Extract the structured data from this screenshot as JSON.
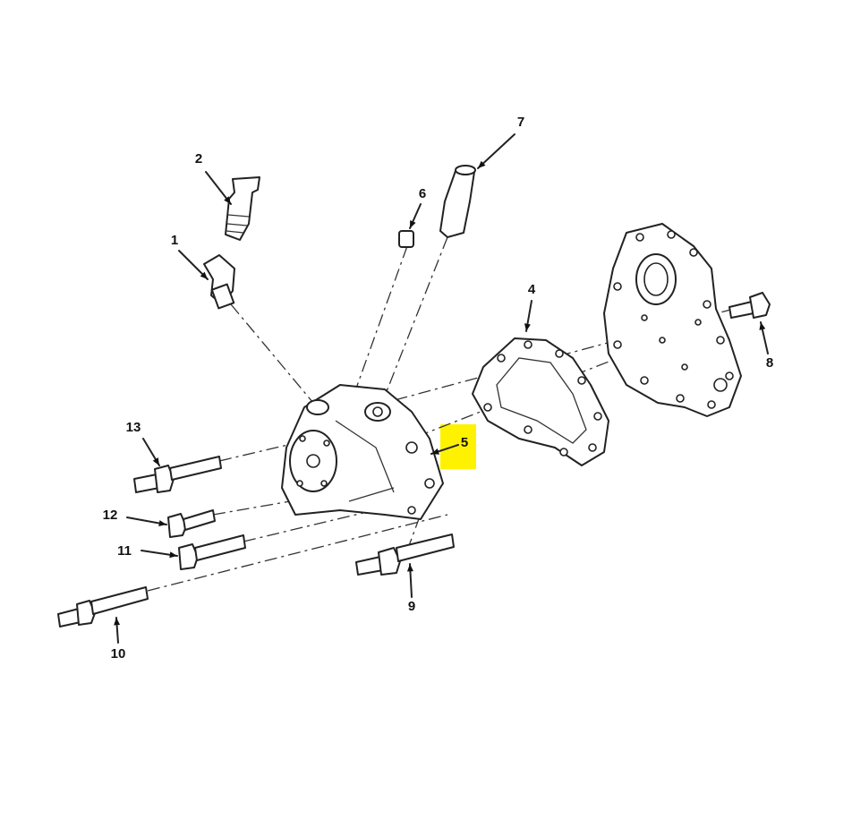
{
  "highlight_color": "#fff200",
  "highlighted_callout": "5",
  "callouts": [
    {
      "label": "1"
    },
    {
      "label": "2"
    },
    {
      "label": "4"
    },
    {
      "label": "5"
    },
    {
      "label": "6"
    },
    {
      "label": "7"
    },
    {
      "label": "8"
    },
    {
      "label": "9"
    },
    {
      "label": "10"
    },
    {
      "label": "11"
    },
    {
      "label": "12"
    },
    {
      "label": "13"
    }
  ]
}
